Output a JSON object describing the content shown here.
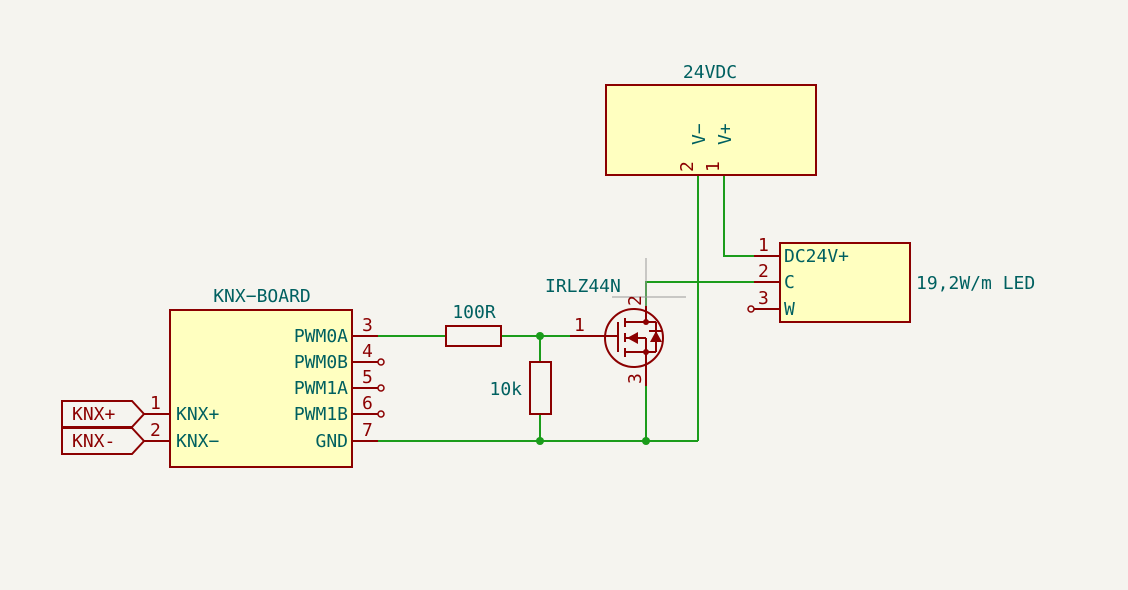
{
  "power_supply": {
    "ref": "24VDC",
    "pins": [
      {
        "num": "2",
        "name": "V−"
      },
      {
        "num": "1",
        "name": "V+"
      }
    ]
  },
  "knx_board": {
    "ref": "KNX−BOARD",
    "right_pins": [
      {
        "num": "3",
        "name": "PWM0A"
      },
      {
        "num": "4",
        "name": "PWM0B"
      },
      {
        "num": "5",
        "name": "PWM1A"
      },
      {
        "num": "6",
        "name": "PWM1B"
      },
      {
        "num": "7",
        "name": "GND"
      }
    ],
    "left_pins": [
      {
        "num": "1",
        "name": "KNX+"
      },
      {
        "num": "2",
        "name": "KNX−"
      }
    ]
  },
  "ports": [
    {
      "label": "KNX+"
    },
    {
      "label": "KNX-"
    }
  ],
  "resistors": {
    "series": {
      "value": "100R"
    },
    "pulldown": {
      "value": "10k"
    }
  },
  "mosfet": {
    "ref": "IRLZ44N",
    "pins": {
      "gate": "1",
      "drain": "2",
      "source": "3"
    }
  },
  "led_strip": {
    "ref": "19,2W/m LED",
    "pins": [
      {
        "num": "1",
        "name": "DC24V+"
      },
      {
        "num": "2",
        "name": "C"
      },
      {
        "num": "3",
        "name": "W"
      }
    ]
  },
  "colors": {
    "wire": "#1b9c1b",
    "symbol_outline": "#8b0000",
    "symbol_fill": "#ffffc0",
    "label_text": "#006060",
    "background": "#f5f4ef"
  }
}
